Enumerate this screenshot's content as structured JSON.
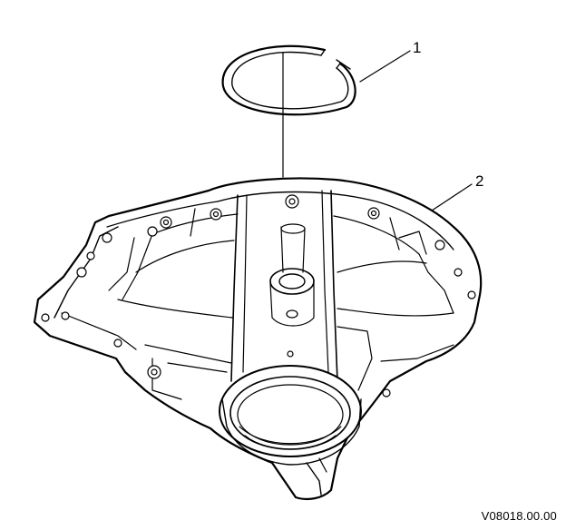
{
  "callouts": [
    {
      "id": "1"
    },
    {
      "id": "2"
    }
  ],
  "figure_id": "V08018.00.00",
  "colors": {
    "line": "#000000",
    "background": "#ffffff",
    "part_fill": "#ffffff"
  }
}
